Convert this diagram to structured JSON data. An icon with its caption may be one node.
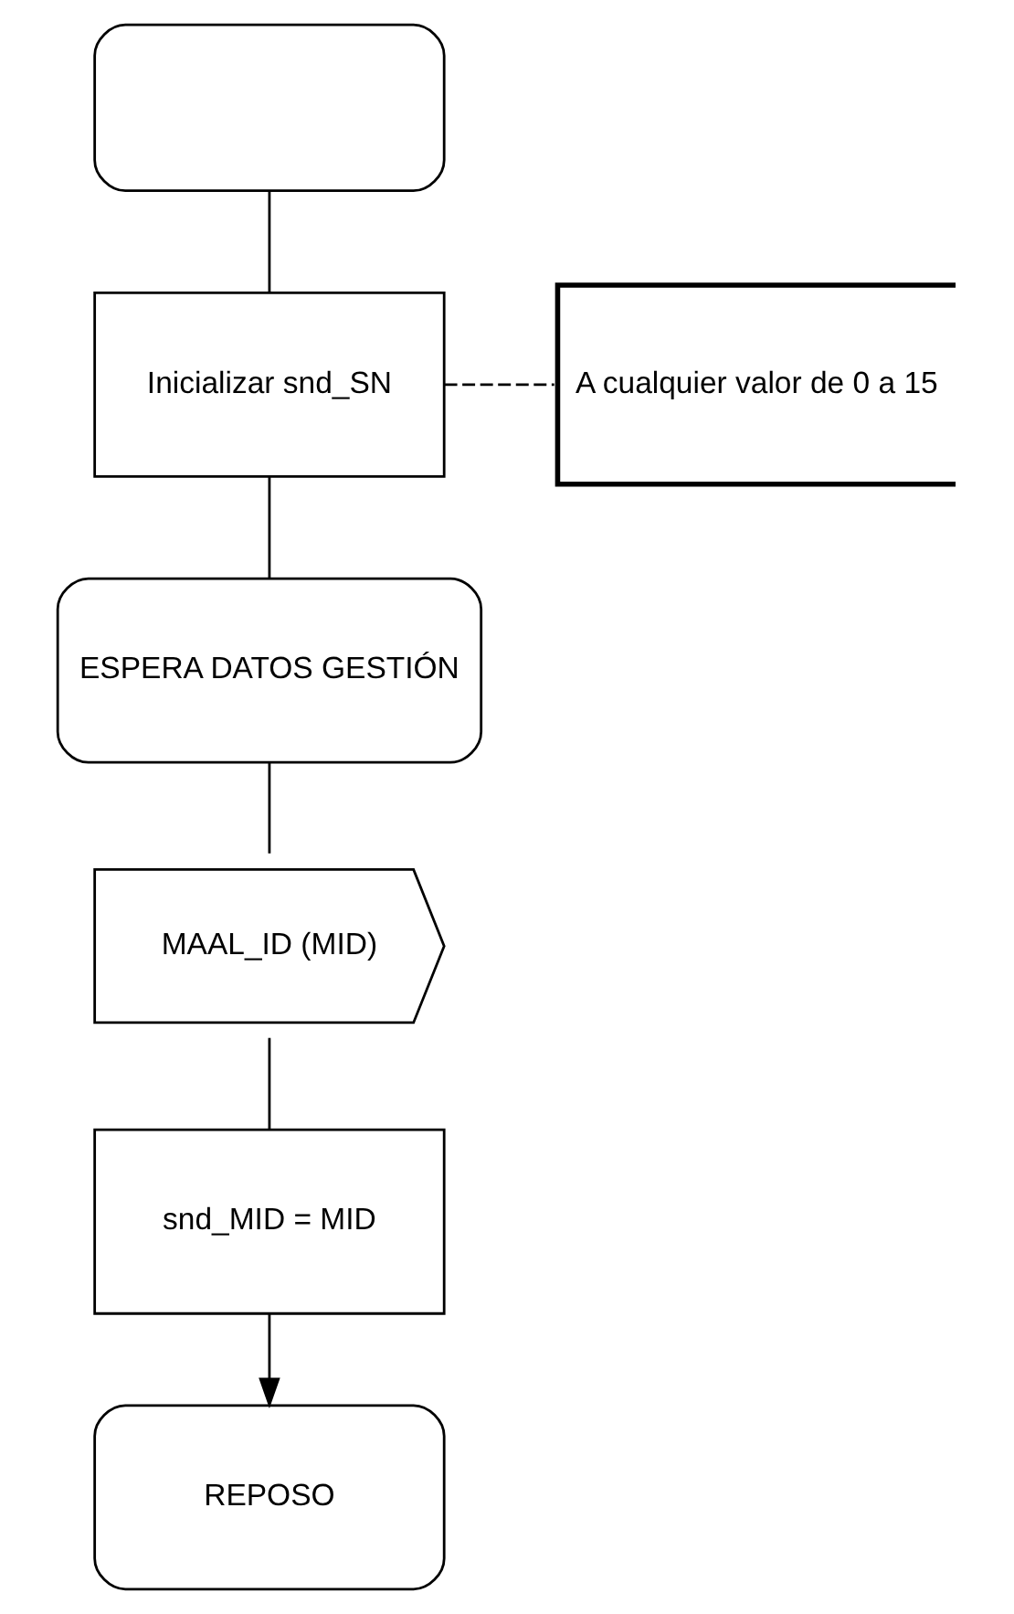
{
  "diagram": {
    "nodes": [
      {
        "text": [],
        "shape": "oval"
      },
      {
        "text": [
          "Inicializar snd_SN"
        ]
      },
      {
        "text": [
          "A cualquier valor de 0 a 15"
        ]
      },
      {
        "text": [
          "ESPERA DATOS GESTIÓN"
        ]
      },
      {
        "text": [
          "MAAL_ID (MID)"
        ]
      },
      {
        "text": [
          "snd_MID = MID"
        ]
      },
      {
        "text": [
          "REPOSO"
        ]
      }
    ],
    "edges": [
      {
        "from": 0,
        "to": 1,
        "arrow": "none"
      },
      {
        "from": 1,
        "to": 2,
        "arrow": "none",
        "style": "dashed"
      },
      {
        "from": 1,
        "to": 3,
        "arrow": "none"
      },
      {
        "from": 3,
        "to": 4,
        "arrow": "none"
      },
      {
        "from": 4,
        "to": 5,
        "arrow": "none"
      },
      {
        "from": 5,
        "to": 6,
        "arrow": "to"
      }
    ]
  }
}
